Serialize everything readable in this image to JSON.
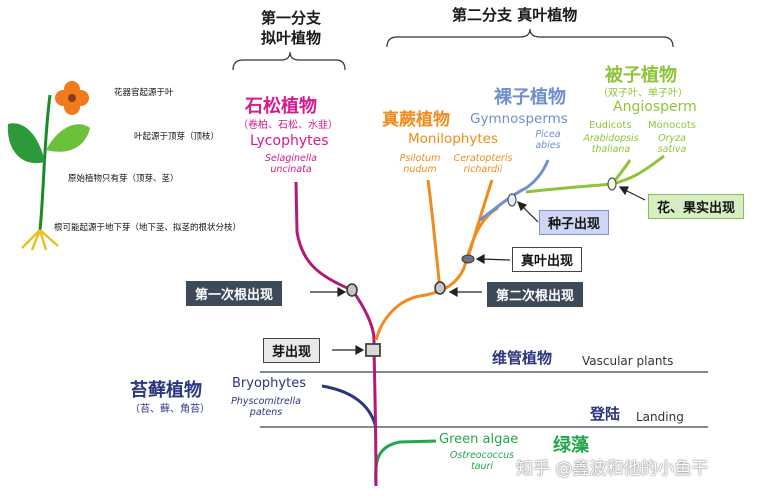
{
  "header": {
    "branch1": {
      "line1": "第一分支",
      "line2": "拟叶植物"
    },
    "branch2": "第二分支  真叶植物"
  },
  "groups": {
    "lycophytes": {
      "cn": "石松植物",
      "examples": "（卷柏、石松、水韭）",
      "en": "Lycophytes",
      "species": [
        "Selaginella",
        "uncinata"
      ],
      "color": "#d6198b"
    },
    "monilophytes": {
      "cn": "真蕨植物",
      "en": "Monilophytes",
      "species1": [
        "Psilotum",
        "nudum"
      ],
      "species2": [
        "Ceratopteris",
        "richardii"
      ],
      "color": "#f08c1c"
    },
    "gymnosperms": {
      "cn": "裸子植物",
      "en": "Gymnosperms",
      "species": [
        "Picea",
        "abies"
      ],
      "color": "#6f8fcf"
    },
    "angiosperm": {
      "cn": "被子植物",
      "examples": "（双子叶、单子叶）",
      "en": "Angiosperm",
      "sub1": "Eudicots",
      "sub2": "Monocots",
      "species1": [
        "Arabidopsis",
        "thaliana"
      ],
      "species2": [
        "Oryza",
        "sativa"
      ],
      "color": "#8fc43a"
    },
    "bryophytes": {
      "cn": "苔藓植物",
      "examples": "（苔、藓、角苔）",
      "en": "Bryophytes",
      "species": [
        "Physcomitrella",
        "patens"
      ],
      "color": "#2c3680"
    },
    "green_algae": {
      "cn": "绿藻",
      "en": "Green algae",
      "species": [
        "Ostreococcus",
        "tauri"
      ],
      "color": "#22a84a"
    }
  },
  "events": {
    "first_root": "第一次根出现",
    "second_root": "第二次根出现",
    "bud": "芽出现",
    "true_leaf": "真叶出现",
    "seed": "种子出现",
    "flower_fruit": "花、果实出现"
  },
  "levels": {
    "vascular": {
      "cn": "维管植物",
      "en": "Vascular plants"
    },
    "landing": {
      "cn": "登陆",
      "en": "Landing"
    }
  },
  "plant_notes": {
    "flower": "花器官起源于叶",
    "leaf": "叶起源于顶芽（顶枝）",
    "bud": "原始植物只有芽（顶芽、茎）",
    "root": "根可能起源于地下芽（地下茎、拟茎的根状分枝）"
  },
  "watermark": "知乎 @鑫波和他的小鱼干"
}
